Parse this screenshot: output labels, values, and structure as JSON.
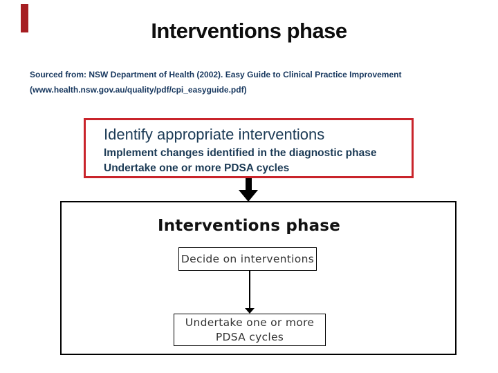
{
  "slide": {
    "title": "Interventions phase"
  },
  "source": {
    "line1": "Sourced from: NSW Department of Health (2002). Easy Guide to Clinical Practice Improvement",
    "line2": "(www.health.nsw.gov.au/quality/pdf/cpi_easyguide.pdf)"
  },
  "callout": {
    "heading": "Identify appropriate interventions",
    "point1": "Implement changes identified in the diagnostic phase",
    "point2": "Undertake one or more PDSA cycles"
  },
  "diagram": {
    "title": "Interventions phase",
    "step1": "Decide on interventions",
    "step2": "Undertake one or more PDSA cycles"
  },
  "colors": {
    "accent_red": "#c9242b",
    "accent_bar_red": "#a61e22",
    "navy_text": "#1b3a55",
    "source_navy": "#17375e",
    "black": "#000000",
    "background": "#ffffff"
  }
}
